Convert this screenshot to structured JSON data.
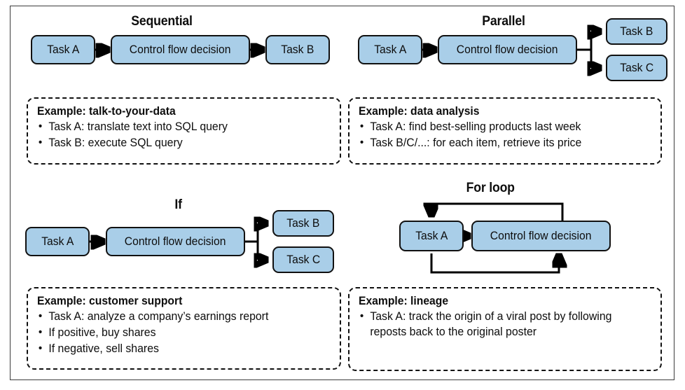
{
  "figure": {
    "node_fill_color": "#a9cee8",
    "node_border_color": "#111111",
    "frame_color": "#3c3c3c",
    "text_color": "#0d0d0d"
  },
  "panels": [
    {
      "id": "sequential",
      "title": "Sequential",
      "nodes": [
        {
          "id": "task-a",
          "label": "Task A"
        },
        {
          "id": "control-flow-decision",
          "label": "Control flow decision"
        },
        {
          "id": "task-b",
          "label": "Task B"
        }
      ],
      "example": {
        "title": "Example: talk-to-your-data",
        "items": [
          "Task A: translate text into SQL query",
          "Task B: execute SQL query"
        ]
      }
    },
    {
      "id": "parallel",
      "title": "Parallel",
      "nodes": [
        {
          "id": "task-a",
          "label": "Task A"
        },
        {
          "id": "control-flow-decision",
          "label": "Control flow decision"
        },
        {
          "id": "task-b",
          "label": "Task B"
        },
        {
          "id": "task-c",
          "label": "Task C"
        }
      ],
      "example": {
        "title": "Example: data analysis",
        "items": [
          "Task A: find best-selling products last week",
          "Task B/C/...: for each item, retrieve its price"
        ]
      }
    },
    {
      "id": "if",
      "title": "If",
      "nodes": [
        {
          "id": "task-a",
          "label": "Task A"
        },
        {
          "id": "control-flow-decision",
          "label": "Control flow decision"
        },
        {
          "id": "task-b",
          "label": "Task B"
        },
        {
          "id": "task-c",
          "label": "Task C"
        }
      ],
      "example": {
        "title": "Example: customer support",
        "items": [
          "Task A: analyze a company’s earnings report",
          "If positive, buy shares",
          "If negative, sell shares"
        ]
      }
    },
    {
      "id": "forloop",
      "title": "For loop",
      "nodes": [
        {
          "id": "task-a",
          "label": "Task A"
        },
        {
          "id": "control-flow-decision",
          "label": "Control flow decision"
        }
      ],
      "example": {
        "title": "Example: lineage",
        "items": [
          "Task A: track the origin of a viral post by following reposts back to the original poster"
        ]
      }
    }
  ]
}
